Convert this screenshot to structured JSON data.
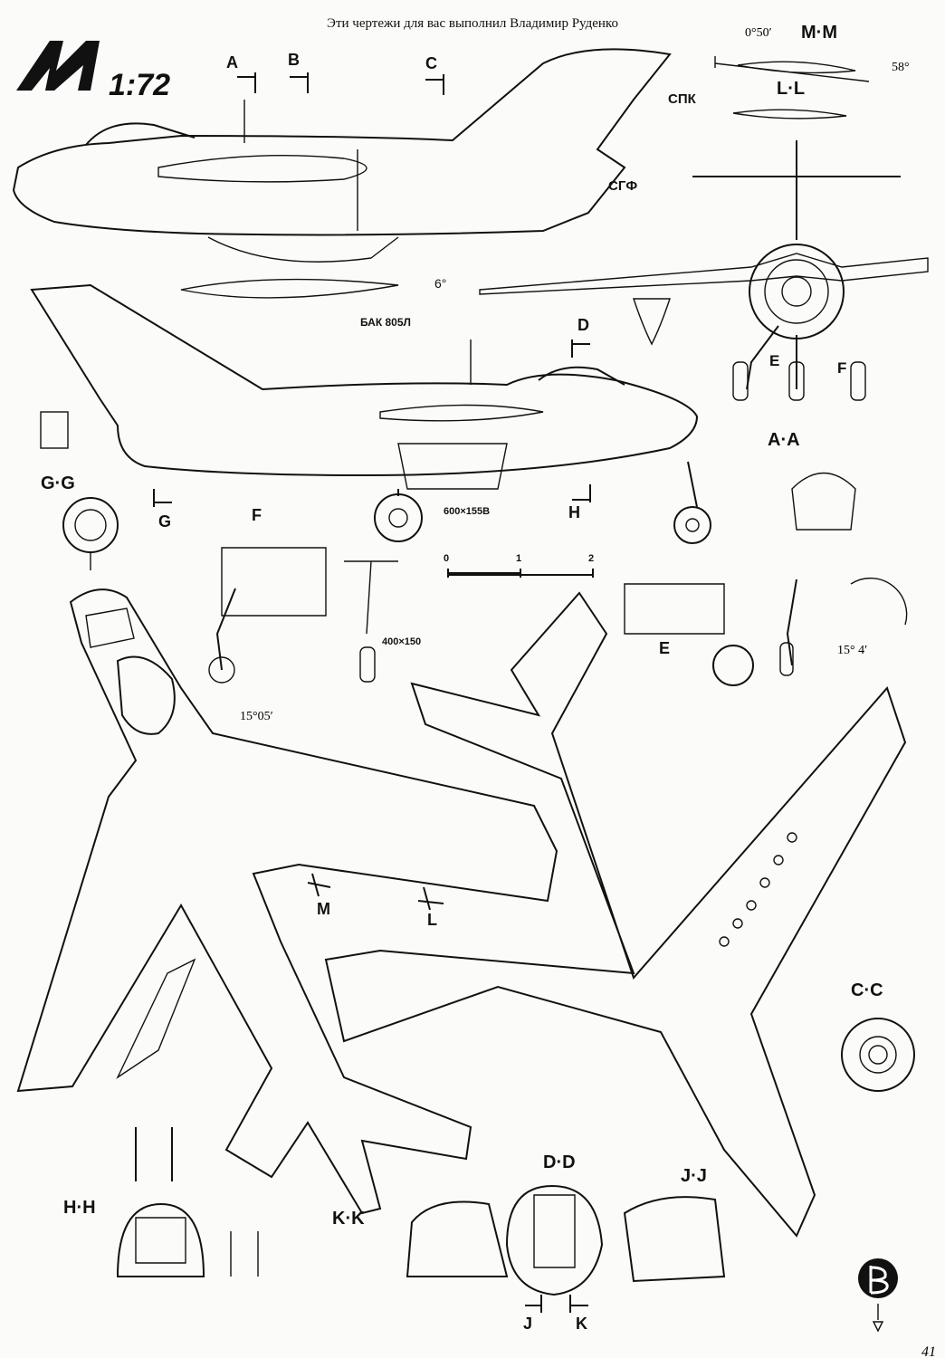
{
  "header": {
    "credit": "Эти чертежи для вас выполнил Владимир Руденко",
    "logo_letter": "M",
    "scale": "1:72"
  },
  "annotations": {
    "angle_050": "0°50′",
    "angle_58": "58°",
    "angle_6": "6°",
    "angle_1505": "15°05′",
    "angle_154": "15° 4′",
    "spk": "СПК",
    "sgf": "СГФ",
    "tank": "БАК 805Л",
    "main_wheel": "600×155В",
    "nose_wheel": "400×150"
  },
  "section_labels": {
    "A": "A",
    "B": "B",
    "C": "C",
    "D": "D",
    "E_front": "E",
    "F_front": "F",
    "G": "G",
    "H": "H",
    "M": "M",
    "L": "L",
    "J": "J",
    "K": "K",
    "MM": "M·M",
    "LL": "L·L",
    "AA": "A·A",
    "GG": "G·G",
    "F_detail": "F",
    "E_detail": "E",
    "CC": "C·C",
    "HH": "H·H",
    "KK": "K·K",
    "DD": "D·D",
    "JJ": "J·J"
  },
  "scale_bar": {
    "ticks": [
      "0",
      "1",
      "2"
    ]
  },
  "colors": {
    "ink": "#111111",
    "paper": "#fbfbf9"
  },
  "page_number": "41"
}
